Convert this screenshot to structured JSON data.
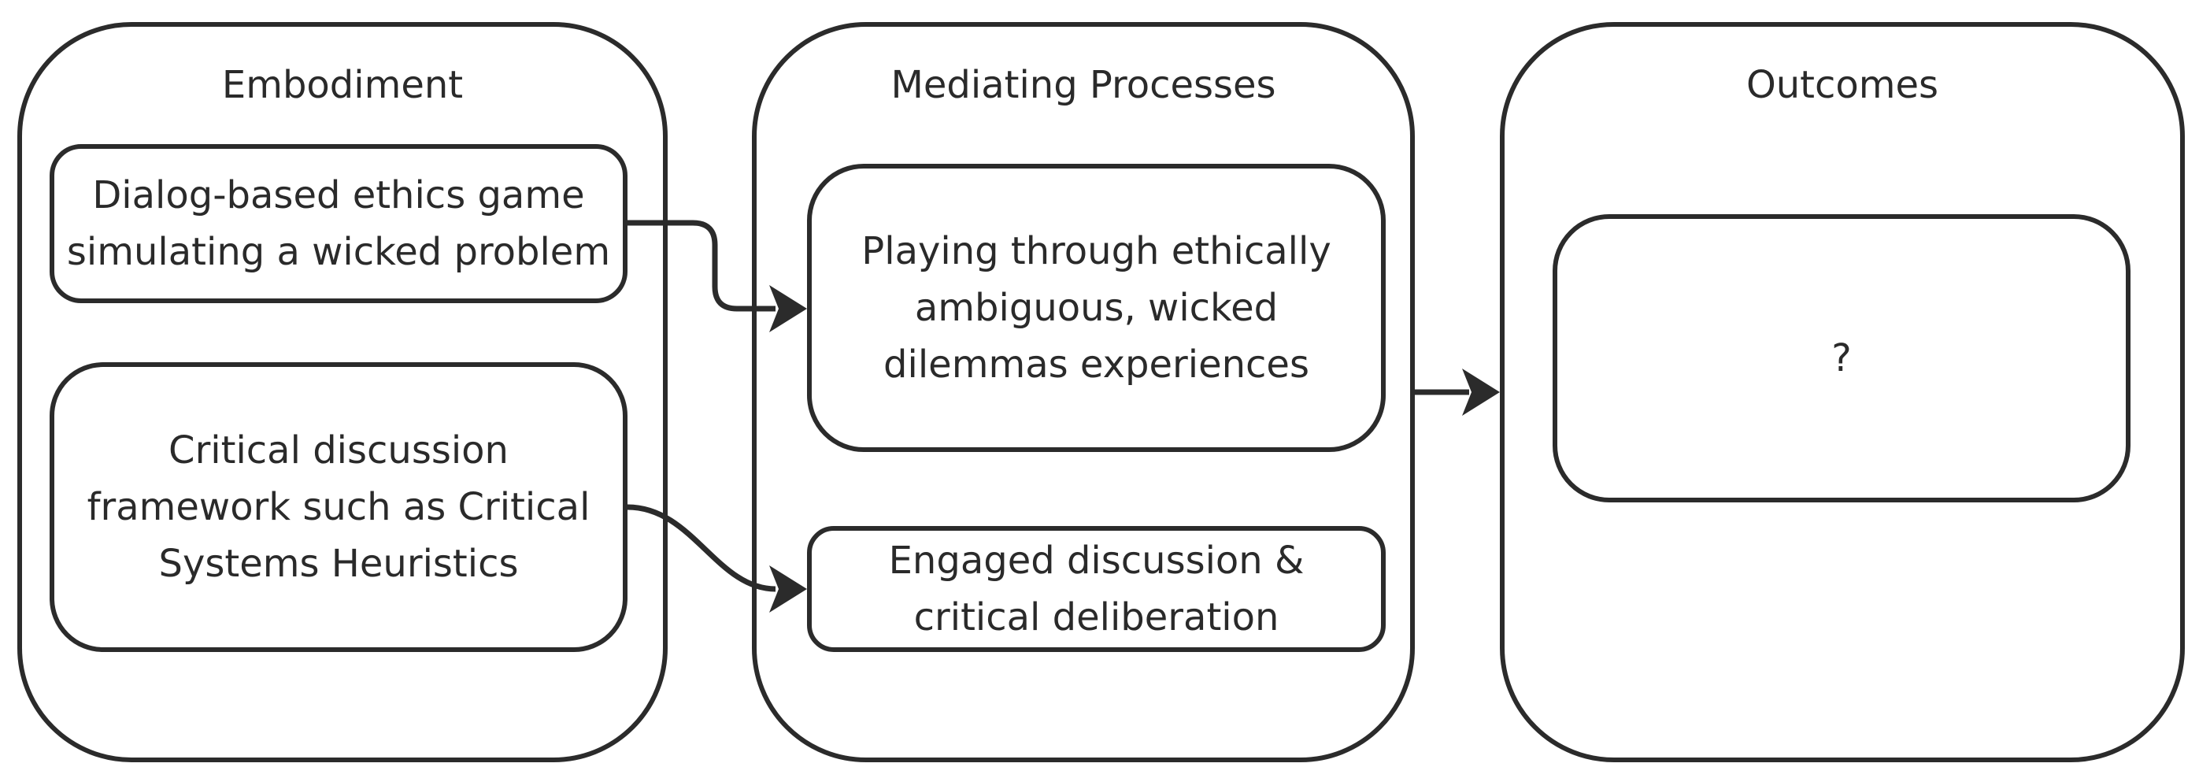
{
  "columns": {
    "embodiment": {
      "title": "Embodiment",
      "nodes": {
        "ethics_game": "Dialog-based ethics game simulating a wicked problem",
        "critical_framework": "Critical discussion framework such as Critical Systems Heuristics"
      }
    },
    "mediating": {
      "title": "Mediating Processes",
      "nodes": {
        "playing_through": "Playing through ethically ambiguous, wicked dilemmas experiences",
        "engaged_discussion": "Engaged discussion & critical deliberation"
      }
    },
    "outcomes": {
      "title": "Outcomes",
      "nodes": {
        "unknown": "?"
      }
    }
  },
  "edges": [
    {
      "from": "Dialog-based ethics game simulating a wicked problem",
      "to": "Playing through ethically ambiguous, wicked dilemmas experiences"
    },
    {
      "from": "Critical discussion framework such as Critical Systems Heuristics",
      "to": "Engaged discussion & critical deliberation"
    },
    {
      "from": "Mediating Processes",
      "to": "Outcomes"
    }
  ],
  "colors": {
    "stroke": "#2b2b2b",
    "text": "#2a2a2a",
    "background": "#ffffff"
  }
}
